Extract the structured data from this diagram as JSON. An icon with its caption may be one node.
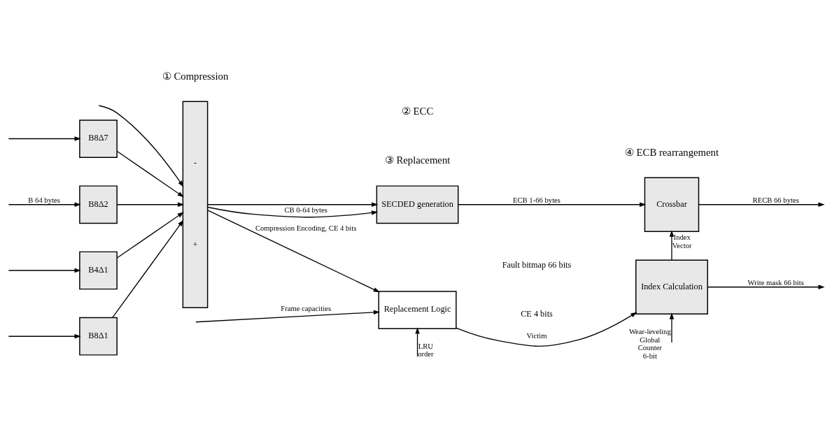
{
  "diagram": {
    "nodes": [
      {
        "text": [
          "B8Δ7"
        ]
      },
      {
        "text": [
          "B8Δ2"
        ]
      },
      {
        "text": [
          "B4Δ1"
        ]
      },
      {
        "text": [
          "B8Δ1"
        ]
      },
      {
        "text": [
          "-",
          "+"
        ]
      },
      {
        "text": [
          "SECDED generation"
        ]
      },
      {
        "text": [
          "Replacement Logic"
        ]
      },
      {
        "text": [
          "Crossbar"
        ]
      },
      {
        "text": [
          "Index Calculation"
        ]
      }
    ],
    "edges": [
      {
        "from": null,
        "to": 4,
        "arrow": "to"
      },
      {
        "from": null,
        "to": 0,
        "arrow": "to"
      },
      {
        "from": null,
        "to": 1,
        "arrow": "to",
        "label": "B 64 bytes"
      },
      {
        "from": null,
        "to": 2,
        "arrow": "to"
      },
      {
        "from": null,
        "to": 3,
        "arrow": "to"
      },
      {
        "from": 0,
        "to": 4,
        "arrow": "to"
      },
      {
        "from": 1,
        "to": 4,
        "arrow": "to"
      },
      {
        "from": 2,
        "to": 4,
        "arrow": "to"
      },
      {
        "from": 3,
        "to": 4,
        "arrow": "to"
      },
      {
        "from": 4,
        "to": 5,
        "arrow": "to",
        "label": "CB 0-64 bytes"
      },
      {
        "from": 4,
        "to": 5,
        "arrow": "to"
      },
      {
        "from": 4,
        "to": 6,
        "arrow": "to",
        "label": "Compression Encoding, CE 4 bits"
      },
      {
        "from": null,
        "to": 6,
        "arrow": "to",
        "label": "Frame capacities"
      },
      {
        "from": null,
        "to": 6,
        "arrow": "to",
        "label": "LRU order"
      },
      {
        "from": 6,
        "to": 8,
        "arrow": "to",
        "label": "Victim"
      },
      {
        "from": 5,
        "to": 7,
        "arrow": "to",
        "label": "ECB 1-66 bytes"
      },
      {
        "from": 7,
        "to": null,
        "arrow": "to",
        "label": "RECB 66 bytes"
      },
      {
        "from": 8,
        "to": 7,
        "arrow": "to",
        "label": "Index Vector"
      },
      {
        "from": 8,
        "to": null,
        "arrow": "to",
        "label": "Write mask 66 bits"
      },
      {
        "from": null,
        "to": 8,
        "arrow": "to",
        "label": "Wear-leveling Global Counter 6-bit"
      }
    ],
    "labels": [
      "① Compression",
      "② ECC",
      "④ ECB rearrangement",
      "③ Replacement",
      "Fault bitmap 66 bits",
      "CE 4 bits"
    ]
  }
}
